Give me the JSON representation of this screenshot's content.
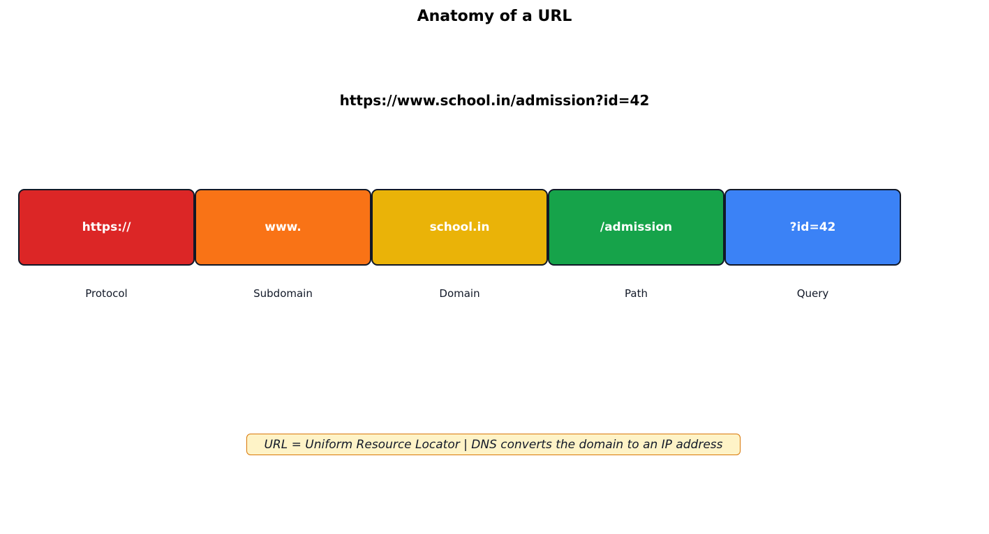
{
  "title": "Anatomy of a URL",
  "full_url": "https://www.school.in/admission?id=42",
  "segments": [
    {
      "text": "https://",
      "label": "Protocol",
      "color": "#dc2626"
    },
    {
      "text": "www.",
      "label": "Subdomain",
      "color": "#f97316"
    },
    {
      "text": "school.in",
      "label": "Domain",
      "color": "#eab308"
    },
    {
      "text": "/admission",
      "label": "Path",
      "color": "#16a34a"
    },
    {
      "text": "?id=42",
      "label": "Query",
      "color": "#3b82f6"
    }
  ],
  "note": "URL = Uniform Resource Locator | DNS converts the domain to an IP address",
  "colors": {
    "border": "#111827",
    "note_bg": "#fef3c7",
    "note_border": "#d97706"
  }
}
